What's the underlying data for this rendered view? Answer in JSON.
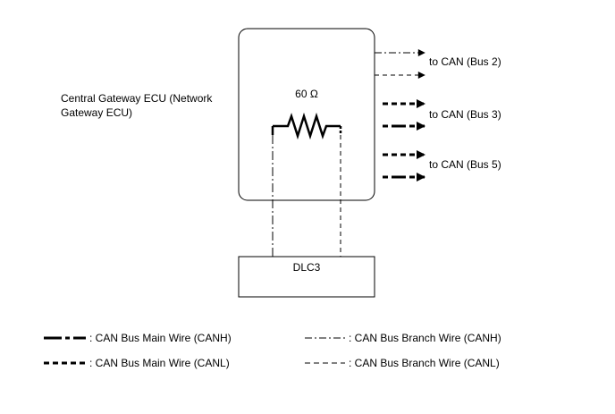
{
  "ecu": {
    "label_line1": "Central Gateway ECU (Network",
    "label_line2": "Gateway ECU)"
  },
  "resistor": {
    "label": "60 Ω"
  },
  "dlc": {
    "label": "DLC3"
  },
  "buses": [
    {
      "label": "to CAN (Bus 2)"
    },
    {
      "label": "to CAN (Bus 3)"
    },
    {
      "label": "to CAN (Bus 5)"
    }
  ],
  "legend": [
    {
      "label": ": CAN Bus Main Wire (CANH)"
    },
    {
      "label": ": CAN Bus Main Wire (CANL)"
    },
    {
      "label": ": CAN Bus Branch Wire (CANH)"
    },
    {
      "label": ": CAN Bus Branch Wire (CANL)"
    }
  ]
}
